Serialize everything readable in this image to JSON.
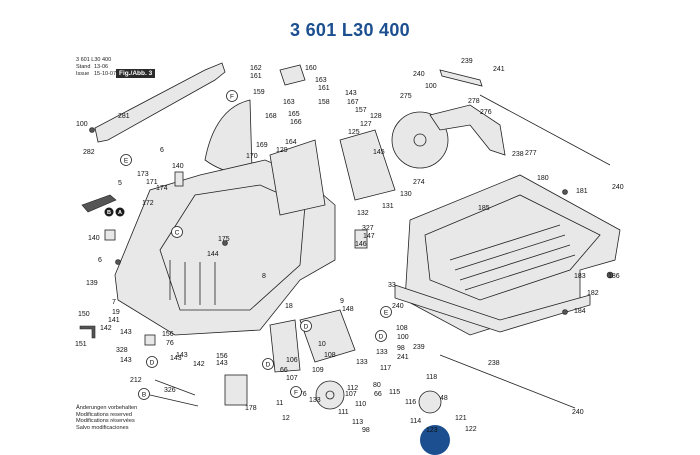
{
  "title": "3 601 L30 400",
  "meta": {
    "code": "3 601 L30 400",
    "stand_label": "Stand",
    "stand_value": "13-06",
    "issue_label": "Issue",
    "issue_value": "15-10-07",
    "fig_label": "Fig./Abb. 3"
  },
  "footer": [
    "Änderungen vorbehalten",
    "Modifications reserved",
    "Modifications réservées",
    "Salvo modificaciones"
  ],
  "colors": {
    "title": "#1b4f8f",
    "corner": "#1b4f8f"
  },
  "circles": [
    "F",
    "E",
    "F",
    "D",
    "B",
    "C",
    "D",
    "D",
    "E",
    "D"
  ],
  "badges": [
    "B",
    "A"
  ],
  "labels": [
    "162",
    "161",
    "160",
    "163",
    "161",
    "159",
    "163",
    "158",
    "143",
    "167",
    "157",
    "165",
    "128",
    "168",
    "166",
    "127",
    "125",
    "164",
    "129",
    "169",
    "170",
    "281",
    "100",
    "282",
    "6",
    "140",
    "173",
    "171",
    "174",
    "172",
    "5",
    "140",
    "6",
    "139",
    "7",
    "19",
    "141",
    "150",
    "151",
    "142",
    "143",
    "328",
    "143",
    "212",
    "326",
    "143",
    "156",
    "76",
    "143",
    "142",
    "156",
    "143",
    "178",
    "11",
    "12",
    "176",
    "133",
    "175",
    "144",
    "8",
    "9",
    "148",
    "18",
    "106",
    "107",
    "108",
    "66",
    "109",
    "110",
    "111",
    "113",
    "98",
    "239",
    "240",
    "241",
    "100",
    "276",
    "275",
    "278",
    "277",
    "238",
    "145",
    "130",
    "274",
    "131",
    "132",
    "327",
    "147",
    "146",
    "185",
    "180",
    "181",
    "240",
    "183",
    "186",
    "184",
    "182",
    "33",
    "240",
    "108",
    "100",
    "98",
    "241",
    "239",
    "238",
    "123",
    "121",
    "122",
    "114",
    "48",
    "116",
    "115",
    "117",
    "118",
    "240",
    "66",
    "80",
    "133",
    "107",
    "112",
    "133",
    "10"
  ]
}
